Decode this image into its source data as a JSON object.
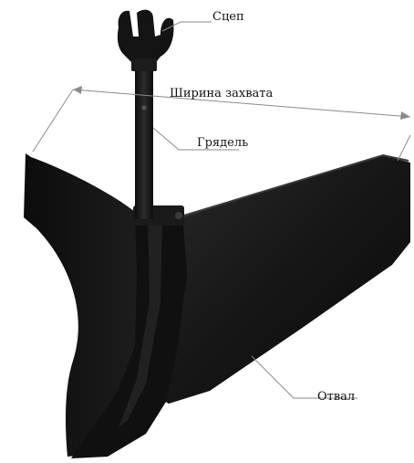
{
  "labels": {
    "hitch": "Сцеп",
    "working_width": "Ширина захвата",
    "beam": "Грядель",
    "moldboard": "Отвал"
  },
  "colors": {
    "metal": "#131313",
    "metal_shadow": "#050505",
    "metal_highlight": "#3a3a3a",
    "leader_line": "#8a8a8a",
    "background": "#ffffff",
    "text": "#111111"
  }
}
